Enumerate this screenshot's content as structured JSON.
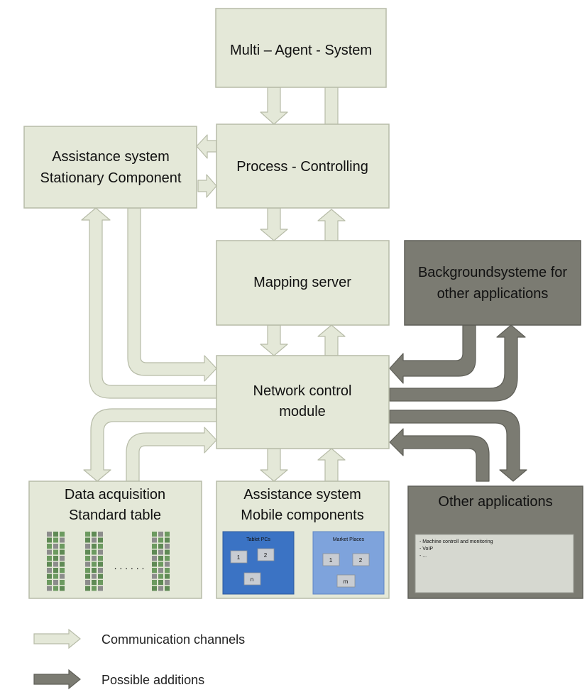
{
  "boxes": {
    "mas": "Multi – Agent - System",
    "process": "Process - Controlling",
    "assist_stationary": [
      "Assistance system",
      "Stationary Component"
    ],
    "mapping": "Mapping server",
    "background": [
      "Backgroundsysteme for",
      "other applications"
    ],
    "network": [
      "Network control",
      "module"
    ],
    "data_acq": [
      "Data acquisition",
      "Standard table"
    ],
    "assist_mobile": [
      "Assistance system",
      "Mobile components"
    ],
    "other_apps": "Other applications"
  },
  "mobile": {
    "tablet_title": "Tablet PCs",
    "tablet_items": [
      "1",
      "2",
      "n"
    ],
    "market_title": "Market Places",
    "market_items": [
      "1",
      "2",
      "m"
    ]
  },
  "data_acq_ellipsis": ". . . . . .",
  "other_apps_list": [
    "- Machine controll and monitoring",
    "- VoIP",
    "- ..."
  ],
  "legend": {
    "communication": "Communication channels",
    "additions": "Possible additions"
  },
  "colors": {
    "box_fill": "#e4e8d8",
    "box_stroke": "#b7bca8",
    "dark_fill": "#7b7b72",
    "dark_stroke": "#5f5f58",
    "tablet_fill": "#3b73c4",
    "market_fill": "#7ea3dc"
  }
}
